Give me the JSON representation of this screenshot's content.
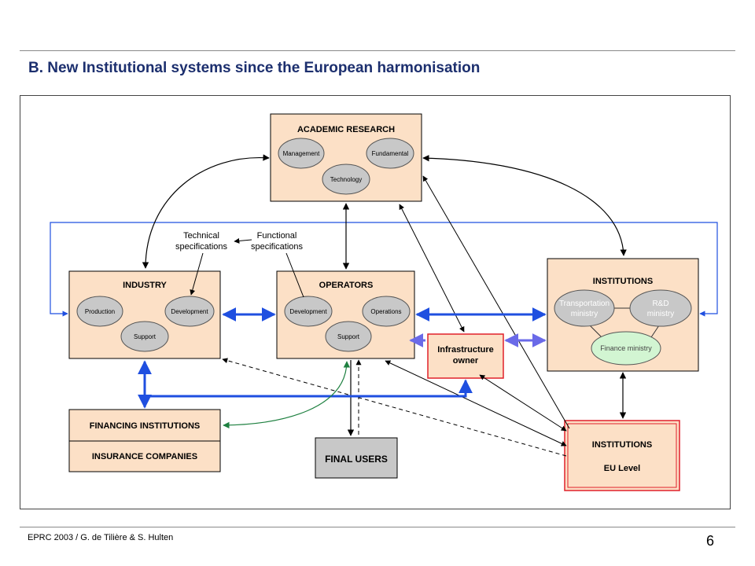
{
  "page": {
    "title": "B. New Institutional systems since the European harmonisation",
    "footer": "EPRC 2003 / G. de Tilière & S. Hulten",
    "page_number": "6"
  },
  "academic": {
    "title": "ACADEMIC RESEARCH",
    "management": "Management",
    "fundamental": "Fundamental",
    "technology": "Technology"
  },
  "industry": {
    "title": "INDUSTRY",
    "production": "Production",
    "development": "Development",
    "support": "Support"
  },
  "operators": {
    "title": "OPERATORS",
    "development": "Development",
    "operations": "Operations",
    "support": "Support"
  },
  "institutions": {
    "title": "INSTITUTIONS",
    "transport_1": "Transportation",
    "transport_2": "ministry",
    "rd_1": "R&D",
    "rd_2": "ministry",
    "finance": "Finance ministry"
  },
  "infra": {
    "line1": "Infrastructure",
    "line2": "owner"
  },
  "financing": {
    "title": "FINANCING INSTITUTIONS",
    "insurance": "INSURANCE COMPANIES"
  },
  "final_users": {
    "label": "FINAL USERS"
  },
  "eu": {
    "title": "INSTITUTIONS",
    "subtitle": "EU Level"
  },
  "annotations": {
    "tech_1": "Technical",
    "tech_2": "specifications",
    "func_1": "Functional",
    "func_2": "specifications"
  },
  "colors": {
    "box_fill": "#fce0c6",
    "ellipse_fill": "#c8c8c8",
    "finance_fill": "#d2f5d2",
    "blue": "#1f4fe0",
    "violet": "#6a6ae8",
    "green": "#1e8040",
    "red": "#e0202a",
    "title": "#1c2f6e"
  }
}
